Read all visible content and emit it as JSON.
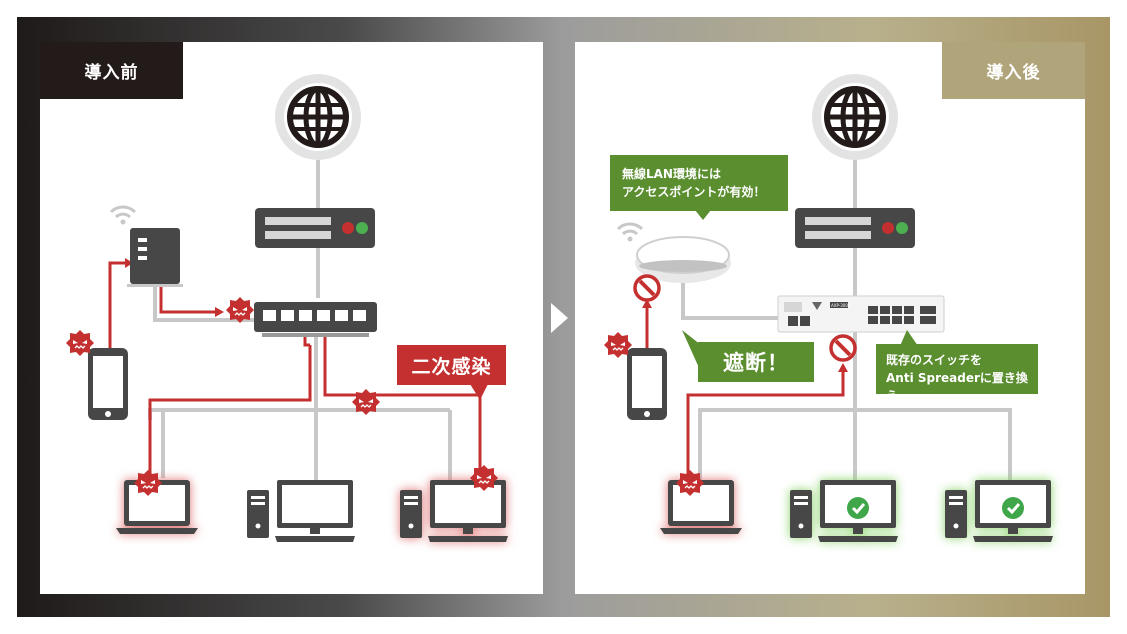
{
  "tabs": {
    "before": "導入前",
    "after": "導入後"
  },
  "callouts": {
    "wlan_line1": "無線LAN環境には",
    "wlan_line2": "アクセスポイントが有効！",
    "block": "遮断！",
    "replace_line1": "既存のスイッチを",
    "replace_line2": "Anti Spreaderに置き換え",
    "infection": "二次感染"
  },
  "switch_label": "AXP-3000",
  "colors": {
    "infection_red": "#c4302f",
    "safe_green": "#5a8e2f",
    "device_dark": "#474747",
    "line_gray": "#c8c8c8"
  }
}
